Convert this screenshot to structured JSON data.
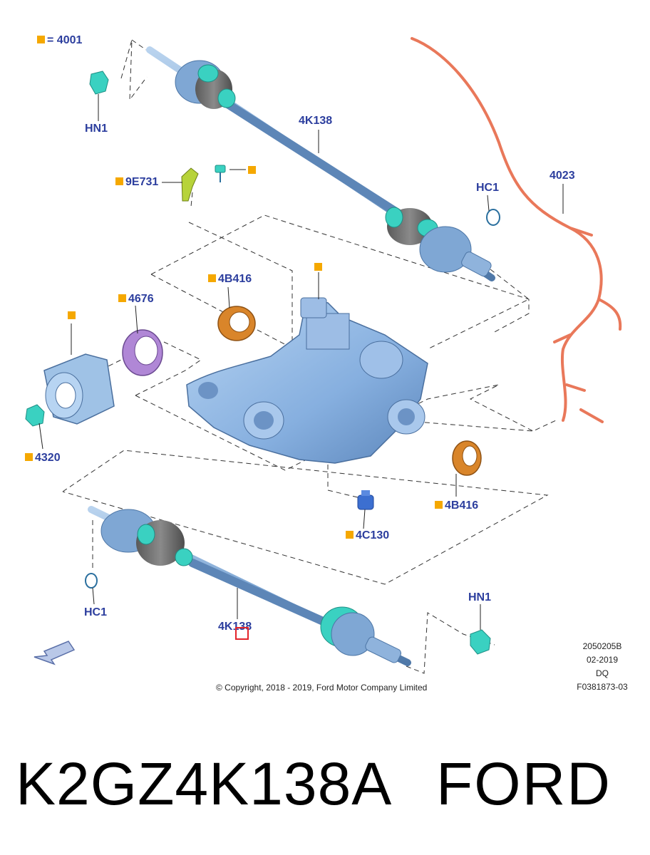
{
  "legend": {
    "symbol_meaning": "= 4001"
  },
  "callouts": {
    "hn1_top": "HN1",
    "shaft_top": "4K138",
    "harness": "4023",
    "hc1_top": "HC1",
    "sensor": "9E731",
    "seal_left": "4B416",
    "cover_seal": "4676",
    "bushing": "4320",
    "seal_right": "4B416",
    "vent": "4C130",
    "hc1_bottom": "HC1",
    "shaft_bottom": "4K138",
    "hn1_bottom": "HN1"
  },
  "illustration_meta": {
    "code": "2050205B",
    "date": "02-2019",
    "variant": "DQ",
    "figure": "F0381873-03"
  },
  "copyright": "© Copyright, 2018 - 2019, Ford Motor Company Limited",
  "product": {
    "part_number": "K2GZ4K138A",
    "brand": "FORD"
  },
  "colors": {
    "callout_text": "#2c3e9e",
    "marker": "#f5a800",
    "shaft": "#7fa7d4",
    "boot": "#6f6f6f",
    "seal_ring": "#3ad1c1",
    "housing": "#8fb8e6",
    "harness": "#e9785a",
    "oil_seal": "#d9852a",
    "cover_seal": "#b087d6",
    "sensor": "#b7d33a",
    "highlight": "#e3242b"
  }
}
